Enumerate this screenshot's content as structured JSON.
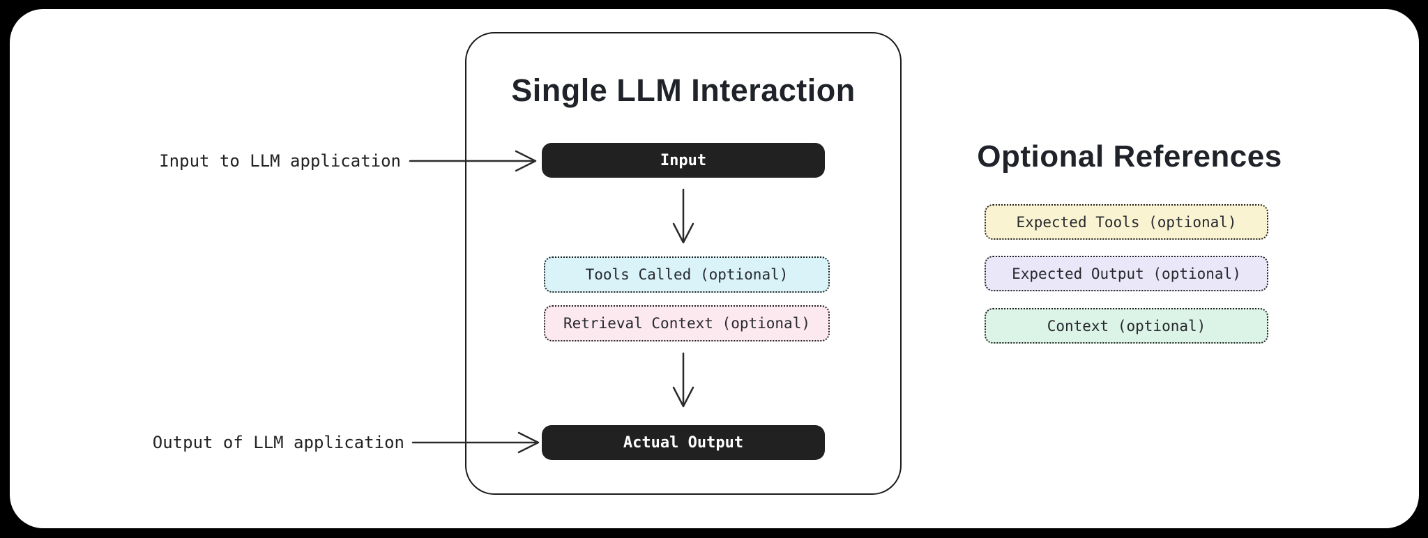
{
  "page": {
    "background": "#000000",
    "canvas_background": "#ffffff"
  },
  "interaction_panel": {
    "title": "Single LLM Interaction",
    "input_node": {
      "label": "Input",
      "bg": "#212121",
      "text_color": "#ffffff"
    },
    "tools_node": {
      "label": "Tools Called (optional)",
      "bg": "#d9f3f8"
    },
    "retrieval_node": {
      "label": "Retrieval Context (optional)",
      "bg": "#fce8ef"
    },
    "output_node": {
      "label": "Actual Output",
      "bg": "#212121",
      "text_color": "#ffffff"
    }
  },
  "annotations": {
    "input_arrow_label": "Input to LLM application",
    "output_arrow_label": "Output of LLM application"
  },
  "references_panel": {
    "title": "Optional References",
    "items": [
      {
        "label": "Expected Tools (optional)",
        "bg": "#faf3d2"
      },
      {
        "label": "Expected Output (optional)",
        "bg": "#eae7f9"
      },
      {
        "label": "Context (optional)",
        "bg": "#dcf3e7"
      }
    ]
  }
}
